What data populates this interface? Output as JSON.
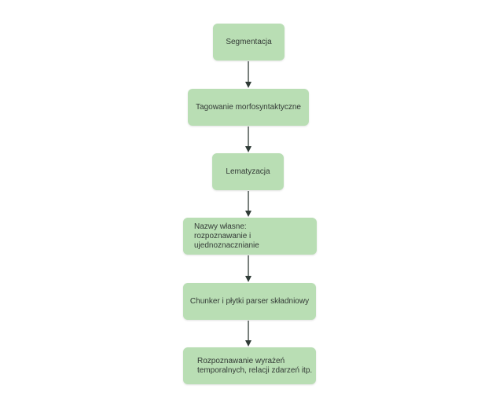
{
  "diagram": {
    "steps": [
      {
        "label": "Segmentacja"
      },
      {
        "label": "Tagowanie morfosyntaktyczne"
      },
      {
        "label": "Lematyzacja"
      },
      {
        "label": "Nazwy własne:\nrozpoznawanie i ujednoznacznianie"
      },
      {
        "label": "Chunker i płytki parser składniowy"
      },
      {
        "label": "Rozpoznawanie wyrażeń\ntemporalnych, relacji zdarzeń itp."
      }
    ],
    "colors": {
      "node_fill": "#b9deb4",
      "arrow": "#2f3b36",
      "text": "#333a36"
    }
  }
}
